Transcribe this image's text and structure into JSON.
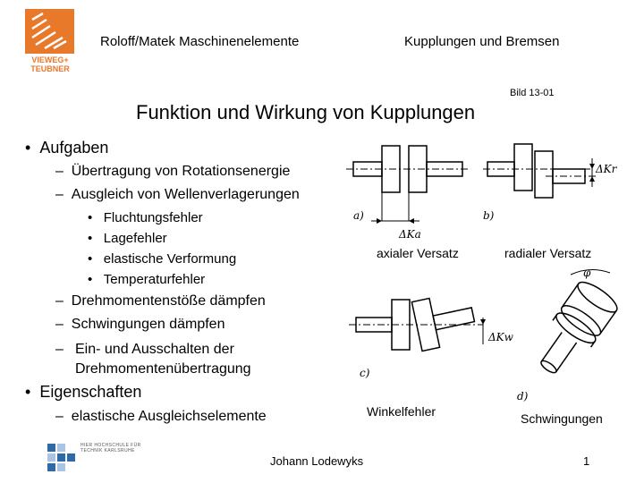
{
  "header": {
    "left_title": "Roloff/Matek Maschinenelemente",
    "right_title": "Kupplungen und Bremsen",
    "publisher_logo": "VIEWEG+ TEUBNER",
    "figure_ref": "Bild 13-01"
  },
  "slide": {
    "title": "Funktion und Wirkung von Kupplungen",
    "bullets": [
      {
        "label": "Aufgaben",
        "items": [
          "Übertragung von Rotationsenergie",
          "Ausgleich von Wellenverlagerungen"
        ],
        "subitems": [
          "Fluchtungsfehler",
          "Lagefehler",
          "elastische Verformung",
          "Temperaturfehler"
        ],
        "items_after": [
          "Drehmomentenstöße dämpfen",
          "Schwingungen dämpfen",
          "Ein- und Ausschalten der Drehmomentenübertragung"
        ]
      },
      {
        "label": "Eigenschaften",
        "items": [
          "elastische Ausgleichselemente"
        ]
      }
    ]
  },
  "figures": {
    "a_label": "a)",
    "b_label": "b)",
    "c_label": "c)",
    "d_label": "d)",
    "ka_label": "ΔKa",
    "kr_label": "ΔKr",
    "kw_label": "ΔKw",
    "phi_label": "φ",
    "captions": {
      "axial": "axialer Versatz",
      "radial": "radialer Versatz",
      "angular": "Winkelfehler",
      "vibration": "Schwingungen"
    }
  },
  "footer": {
    "author": "Johann Lodewyks",
    "page": "1",
    "school_logo": "HIER HOCHSCHULE FÜR TECHNIK KARLSRUHE"
  },
  "colors": {
    "brand_orange": "#e8782a",
    "school_blue": "#2f6aa8"
  }
}
